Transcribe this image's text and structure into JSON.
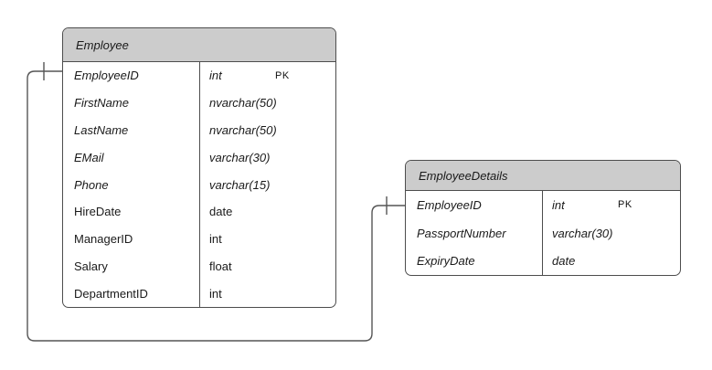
{
  "diagram": {
    "tables": [
      {
        "title": "Employee",
        "rows": [
          {
            "name": "EmployeeID",
            "type": "int",
            "key": "PK",
            "italic": true
          },
          {
            "name": "FirstName",
            "type": "nvarchar(50)",
            "key": "",
            "italic": true
          },
          {
            "name": "LastName",
            "type": "nvarchar(50)",
            "key": "",
            "italic": true
          },
          {
            "name": "EMail",
            "type": "varchar(30)",
            "key": "",
            "italic": true
          },
          {
            "name": "Phone",
            "type": "varchar(15)",
            "key": "",
            "italic": true
          },
          {
            "name": "HireDate",
            "type": "date",
            "key": "",
            "italic": false
          },
          {
            "name": "ManagerID",
            "type": "int",
            "key": "",
            "italic": false
          },
          {
            "name": "Salary",
            "type": "float",
            "key": "",
            "italic": false
          },
          {
            "name": "DepartmentID",
            "type": "int",
            "key": "",
            "italic": false
          }
        ]
      },
      {
        "title": "EmployeeDetails",
        "rows": [
          {
            "name": "EmployeeID",
            "type": "int",
            "key": "PK",
            "italic": true
          },
          {
            "name": "PassportNumber",
            "type": "varchar(30)",
            "key": "",
            "italic": true
          },
          {
            "name": "ExpiryDate",
            "type": "date",
            "key": "",
            "italic": true
          }
        ]
      }
    ],
    "relationship": {
      "from": "Employee.EmployeeID",
      "to": "EmployeeDetails.EmployeeID",
      "from_cardinality": "1",
      "to_cardinality": "1"
    },
    "colors": {
      "header_fill": "#cccccc",
      "table_border": "#4d4d4d",
      "connector": "#555555",
      "text": "#1a1a1a",
      "background": "#ffffff"
    }
  }
}
